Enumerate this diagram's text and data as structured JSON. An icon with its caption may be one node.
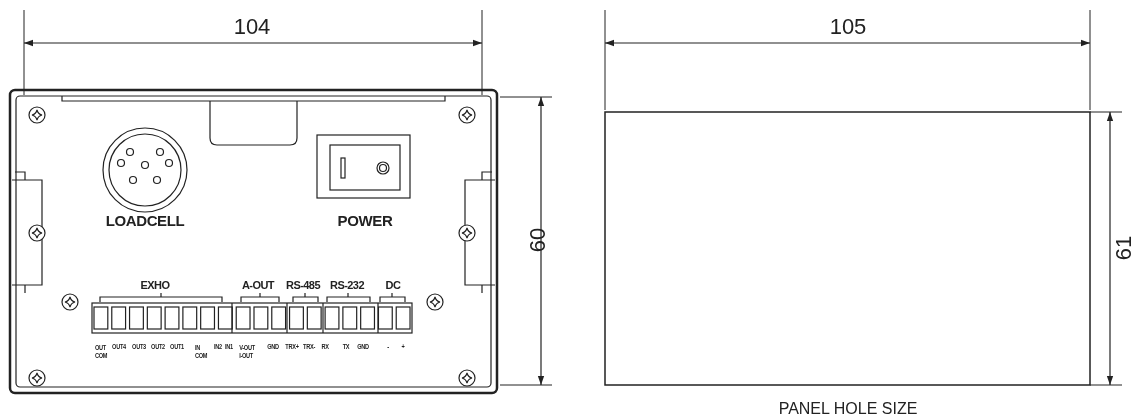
{
  "diagram": {
    "labels": [
      "104",
      "105",
      "LOADCELL",
      "POWER",
      "60",
      "61",
      "EXHO",
      "A-OUT",
      "RS-485",
      "RS-232",
      "DC",
      "OUT COM",
      "OUT4",
      "OUT3",
      "OUT2",
      "OUT1",
      "IN COM",
      "IN2",
      "IN1",
      "V-OUT I-OUT",
      "GND",
      "TRX+",
      "TRX-",
      "RX",
      "TX",
      "GND",
      "-",
      "+",
      "PANEL HOLE SIZE"
    ]
  }
}
